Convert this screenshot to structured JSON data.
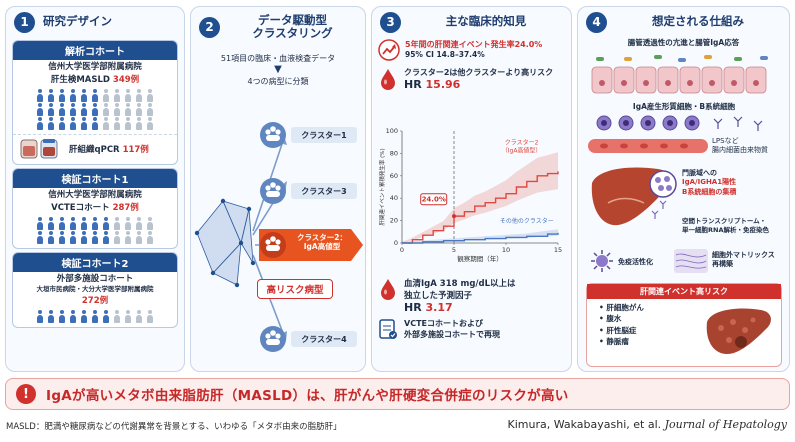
{
  "panel1": {
    "number": "1",
    "title": "研究デザイン",
    "discovery": {
      "header": "解析コホート",
      "line1": "信州大学医学部附属病院",
      "line2_prefix": "肝生検MASLD ",
      "count": "349例",
      "sample_label_prefix": "肝組織qPCR ",
      "sample_count": "117例"
    },
    "validation1": {
      "header": "検証コホート1",
      "line1": "信州大学医学部附属病院",
      "line2_prefix": "VCTEコホート ",
      "count": "287例"
    },
    "validation2": {
      "header": "検証コホート2",
      "line1": "外部多施設コホート",
      "line2": "大垣市民病院・大分大学医学部附属病院",
      "count": "272例"
    }
  },
  "panel2": {
    "number": "2",
    "title_line1": "データ駆動型",
    "title_line2": "クラスタリング",
    "step1": "51項目の臨床・血液検査データ",
    "step2": "4つの病型に分類",
    "clusters": [
      "クラスター1",
      "クラスター3",
      "クラスター2：",
      "IgA高値型",
      "クラスター4"
    ],
    "high_risk_label": "高リスク病型"
  },
  "panel3": {
    "number": "3",
    "title": "主な臨床的知見",
    "finding1_line1": "5年間の肝関連イベント発生率24.0%",
    "finding1_line2": "95% CI 14.8–37.4%",
    "finding2_line1": "クラスター2は他クラスターより高リスク",
    "finding2_hr_prefix": "HR ",
    "finding2_hr": "15.96",
    "finding3_line1": "血清IgA 318 mg/dL以上は",
    "finding3_line2": "独立した予測因子",
    "finding3_hr_prefix": "HR ",
    "finding3_hr": "3.17",
    "finding4_line1": "VCTEコホートおよび",
    "finding4_line2": "外部多施設コホートで再現"
  },
  "chart_data": {
    "type": "line",
    "ylabel": "肝関連イベント累積発生率 (%)",
    "xlabel": "観察期間（年）",
    "xticks": [
      "0",
      "5",
      "10",
      "15"
    ],
    "yticks": [
      "0",
      "20",
      "40",
      "60",
      "80",
      "100"
    ],
    "xlim": [
      0,
      15
    ],
    "ylim": [
      0,
      100
    ],
    "callout": "24.0%",
    "series": [
      {
        "name": "クラスター2（IgA高値型）",
        "label_line1": "クラスター2",
        "label_line2": "（IgA高値型）",
        "color": "#e0493e",
        "x": [
          0,
          1,
          2,
          3,
          4,
          5,
          6,
          7,
          8,
          9,
          10,
          11,
          12,
          13,
          14,
          15
        ],
        "y": [
          0,
          3,
          7,
          11,
          15,
          24,
          28,
          33,
          36,
          40,
          44,
          50,
          55,
          60,
          62,
          64
        ]
      },
      {
        "name": "その他のクラスター",
        "color": "#4a78c2",
        "x": [
          0,
          2,
          4,
          6,
          8,
          10,
          12,
          14,
          15
        ],
        "y": [
          0,
          1,
          2,
          3,
          4,
          5,
          6,
          8,
          9
        ]
      }
    ]
  },
  "panel4": {
    "number": "4",
    "title": "想定される仕組み",
    "gut": "腸管透過性の亢進と腸管IgA応答",
    "cells": "IgA産生形質細胞・B系統細胞",
    "lps_line1": "LPSなど",
    "lps_line2": "腸内細菌由来物質",
    "portal_line1": "門脈域への",
    "portal_line2": "IgA/IGHA1陽性",
    "portal_line3": "B系統細胞の集積",
    "omics_line1": "空間トランスクリプトーム・",
    "omics_line2": "単一細胞RNA解析・免疫染色",
    "immune": "免疫活性化",
    "ecm_line1": "細胞外マトリックス",
    "ecm_line2": "再構築",
    "risk_title": "肝関連イベント高リスク",
    "risks": [
      "肝細胞がん",
      "腹水",
      "肝性脳症",
      "静脈瘤"
    ]
  },
  "banner": {
    "icon": "!",
    "text": "IgAが高いメタボ由来脂肪肝（MASLD）は、肝がんや肝硬変合併症のリスクが高い"
  },
  "footnote": "MASLD：肥満や糖尿病などの代謝異常を背景とする、いわゆる「メタボ由来の脂肪肝」",
  "citation_authors": "Kimura, Wakabayashi, et al. ",
  "citation_journal": "Journal of Hepatology",
  "colors": {
    "navy": "#1f4f8f",
    "red": "#d0312d",
    "blue": "#4a78c2"
  }
}
